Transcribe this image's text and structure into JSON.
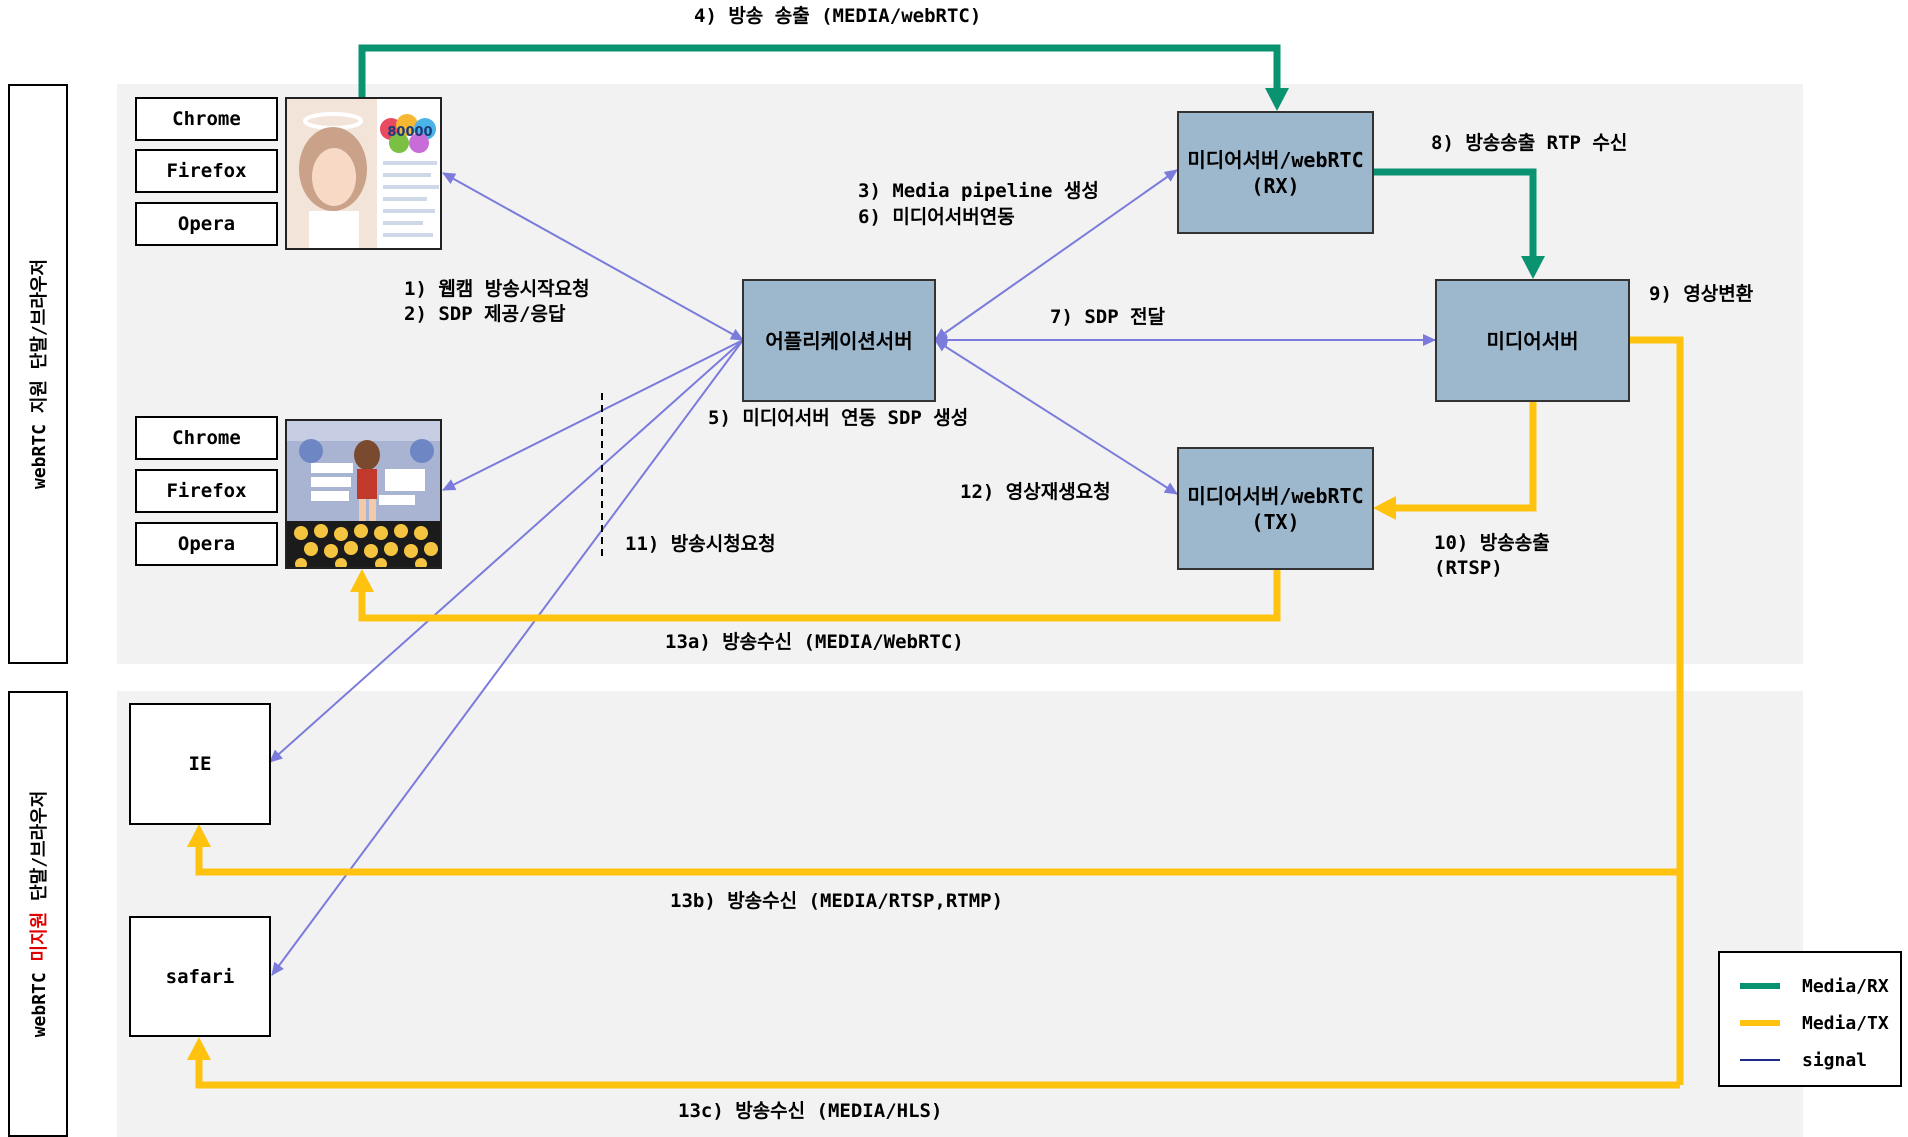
{
  "sections": {
    "supported_label": "webRTC 지원 단말/브라우저",
    "unsupported_label_a": "webRTC ",
    "unsupported_label_b": "미지원",
    "unsupported_label_c": " 단말/브라우저"
  },
  "browsers": {
    "group1": [
      "Chrome",
      "Firefox",
      "Opera"
    ],
    "group2": [
      "Chrome",
      "Firefox",
      "Opera"
    ],
    "ie": "IE",
    "safari": "safari"
  },
  "nodes": {
    "app_server": "어플리케이션서버",
    "media_rx_line1": "미디어서버/webRTC",
    "media_rx_line2": "(RX)",
    "media_server": "미디어서버",
    "media_tx_line1": "미디어서버/webRTC",
    "media_tx_line2": "(TX)"
  },
  "steps": {
    "s4": "4) 방송 송출 (MEDIA/webRTC)",
    "s8": "8) 방송송출 RTP 수신",
    "s3": "3) Media pipeline 생성",
    "s6": "6) 미디어서버연동",
    "s1": "1) 웹캠 방송시작요청",
    "s2": "2) SDP 제공/응답",
    "s7": "7) SDP 전달",
    "s9": "9) 영상변환",
    "s5": "5) 미디어서버 연동 SDP 생성",
    "s12": "12) 영상재생요청",
    "s11": "11) 방송시청요청",
    "s10_line1": "10) 방송송출",
    "s10_line2": "(RTSP)",
    "s13a": "13a) 방송수신 (MEDIA/WebRTC)",
    "s13b": "13b) 방송수신 (MEDIA/RTSP,RTMP)",
    "s13c": "13c) 방송수신 (MEDIA/HLS)"
  },
  "thumbnails": {
    "broadcast_counter": "80000"
  },
  "legend": {
    "items": [
      {
        "label": "Media/RX",
        "color": "#0a9370"
      },
      {
        "label": "Media/TX",
        "color": "#ffc20e"
      },
      {
        "label": "signal",
        "color": "#1f2a8a"
      }
    ]
  },
  "colors": {
    "media_rx": "#0a9370",
    "media_tx": "#ffc20e",
    "signal": "#7b7bdb",
    "node_fill": "#9db7cc"
  }
}
